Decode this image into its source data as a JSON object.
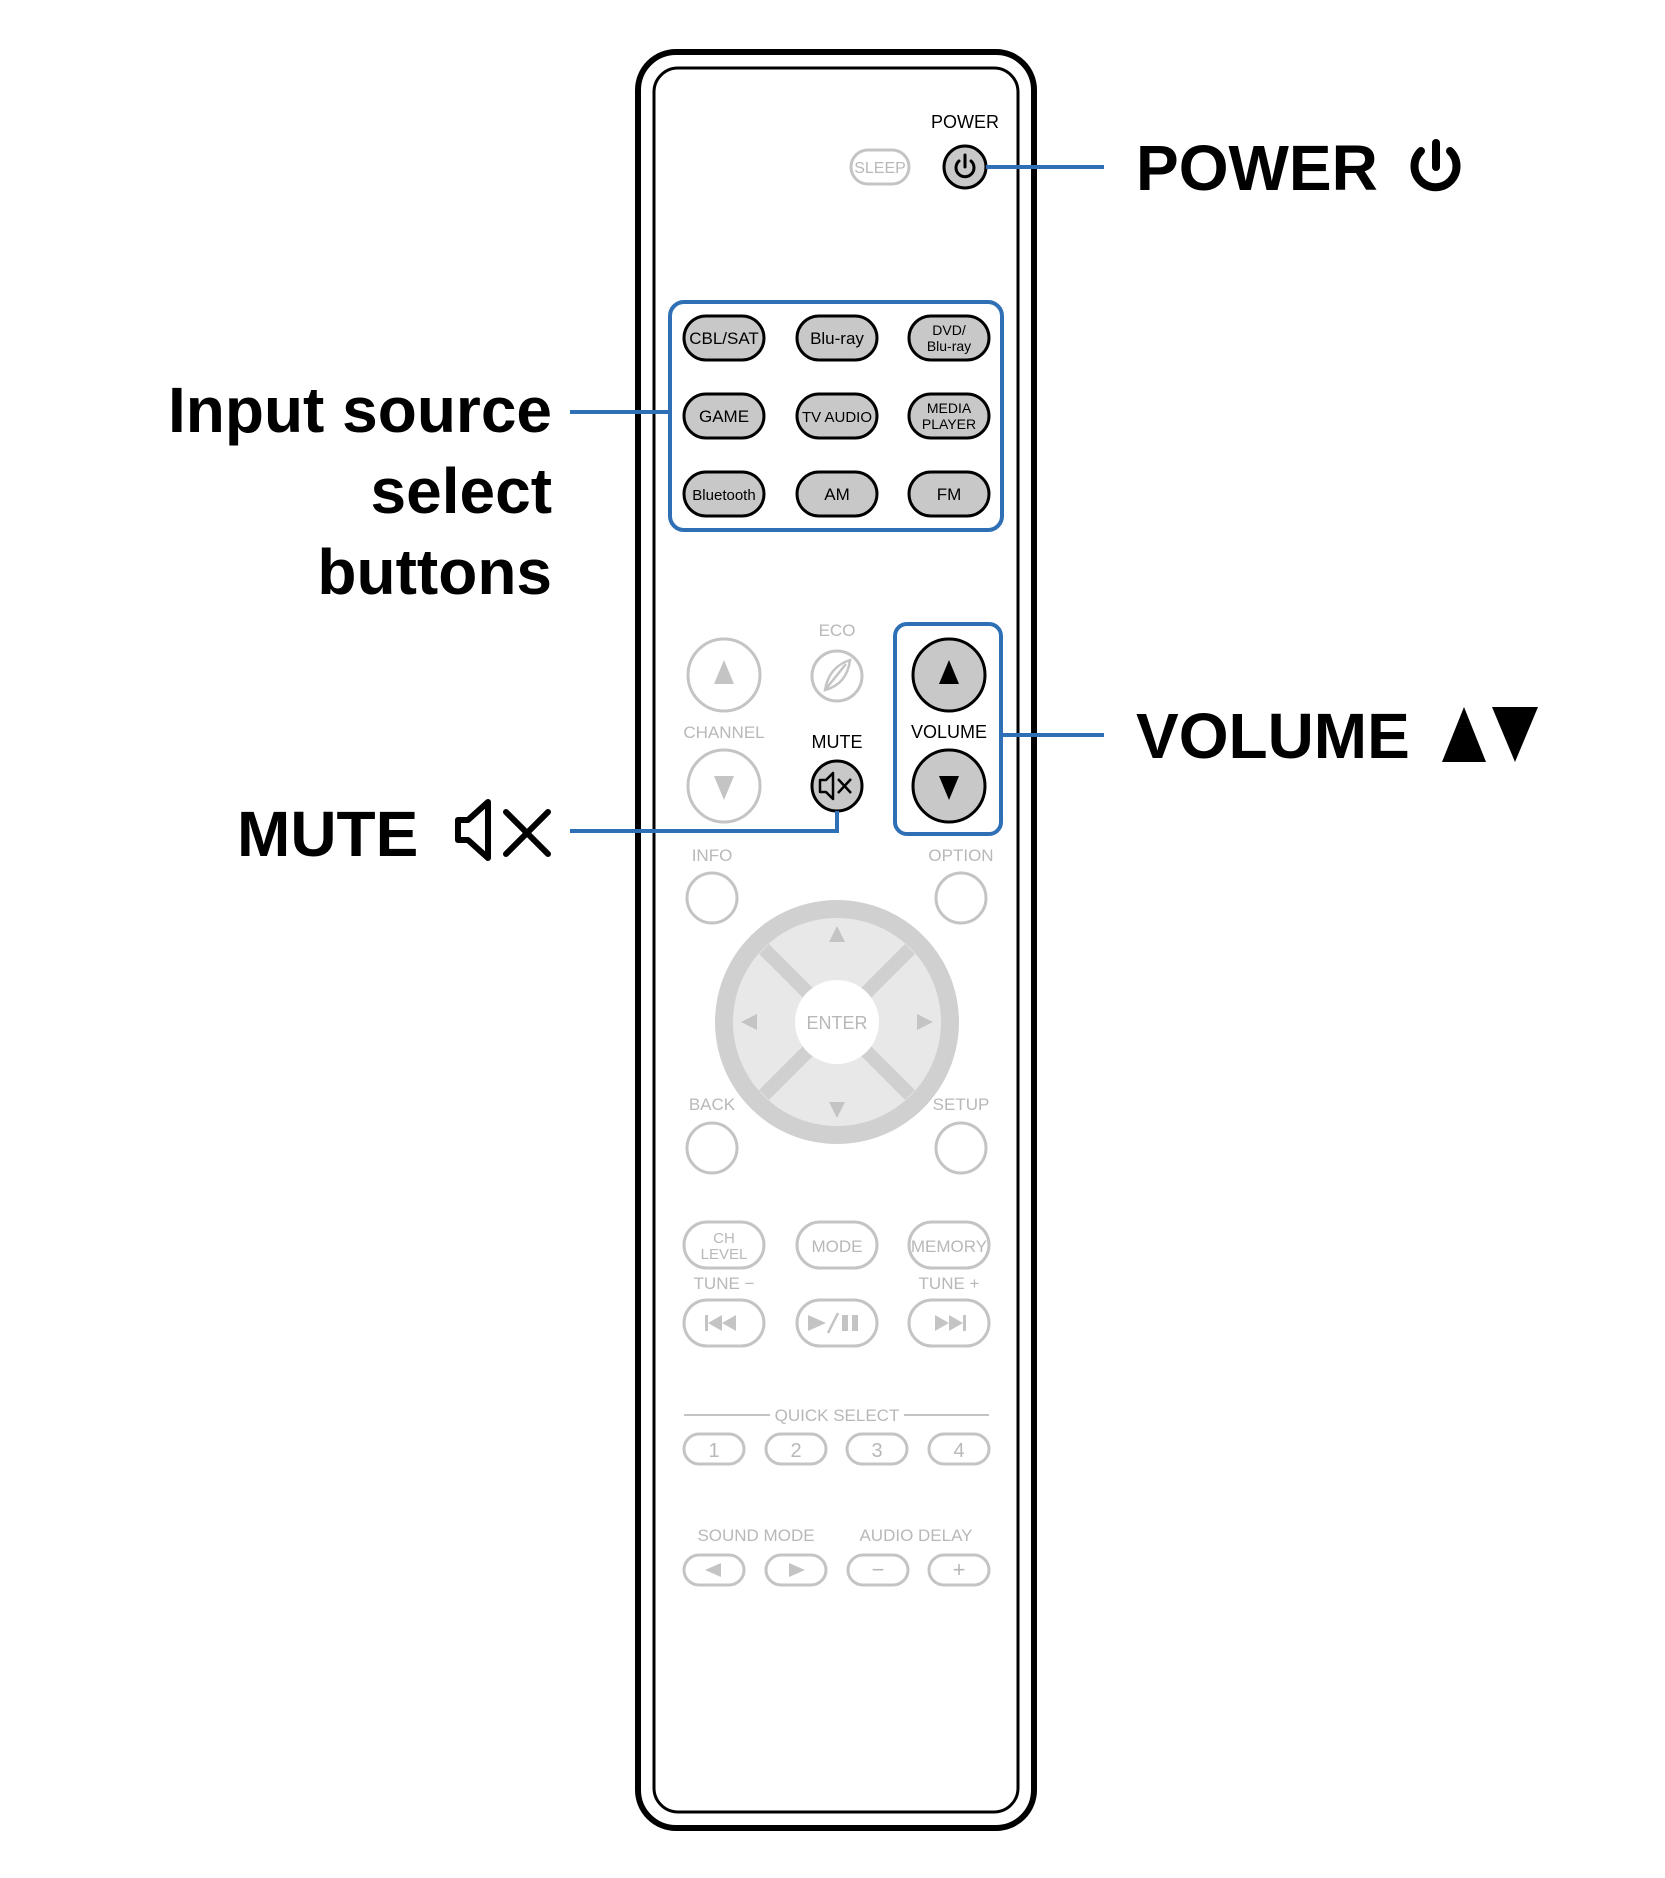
{
  "remote": {
    "power_label": "POWER",
    "sleep_label": "SLEEP",
    "input_buttons": [
      {
        "line1": "CBL/SAT",
        "line2": ""
      },
      {
        "line1": "Blu-ray",
        "line2": ""
      },
      {
        "line1": "DVD/",
        "line2": "Blu-ray"
      },
      {
        "line1": "GAME",
        "line2": ""
      },
      {
        "line1": "TV AUDIO",
        "line2": ""
      },
      {
        "line1": "MEDIA",
        "line2": "PLAYER"
      },
      {
        "line1": "Bluetooth",
        "line2": ""
      },
      {
        "line1": "AM",
        "line2": ""
      },
      {
        "line1": "FM",
        "line2": ""
      }
    ],
    "eco_label": "ECO",
    "channel_label": "CHANNEL",
    "mute_label": "MUTE",
    "volume_label": "VOLUME",
    "info_label": "INFO",
    "option_label": "OPTION",
    "enter_label": "ENTER",
    "back_label": "BACK",
    "setup_label": "SETUP",
    "ch_level_line1": "CH",
    "ch_level_line2": "LEVEL",
    "mode_label": "MODE",
    "memory_label": "MEMORY",
    "tune_minus_label": "TUNE −",
    "tune_plus_label": "TUNE +",
    "quick_select_label": "QUICK SELECT",
    "quick_select_buttons": [
      "1",
      "2",
      "3",
      "4"
    ],
    "sound_mode_label": "SOUND MODE",
    "audio_delay_label": "AUDIO DELAY",
    "audio_delay_minus": "−",
    "audio_delay_plus": "+"
  },
  "callouts": {
    "power": "POWER",
    "input_line1": "Input source",
    "input_line2": "select",
    "input_line3": "buttons",
    "volume": "VOLUME",
    "mute": "MUTE"
  },
  "colors": {
    "highlight": "#2e6fb5",
    "active_button": "#c8c8c8",
    "inactive": "#c4c4c4"
  },
  "icons": [
    "power-icon",
    "mute-icon",
    "volume-up-icon",
    "volume-down-icon",
    "eco-leaf-icon"
  ]
}
